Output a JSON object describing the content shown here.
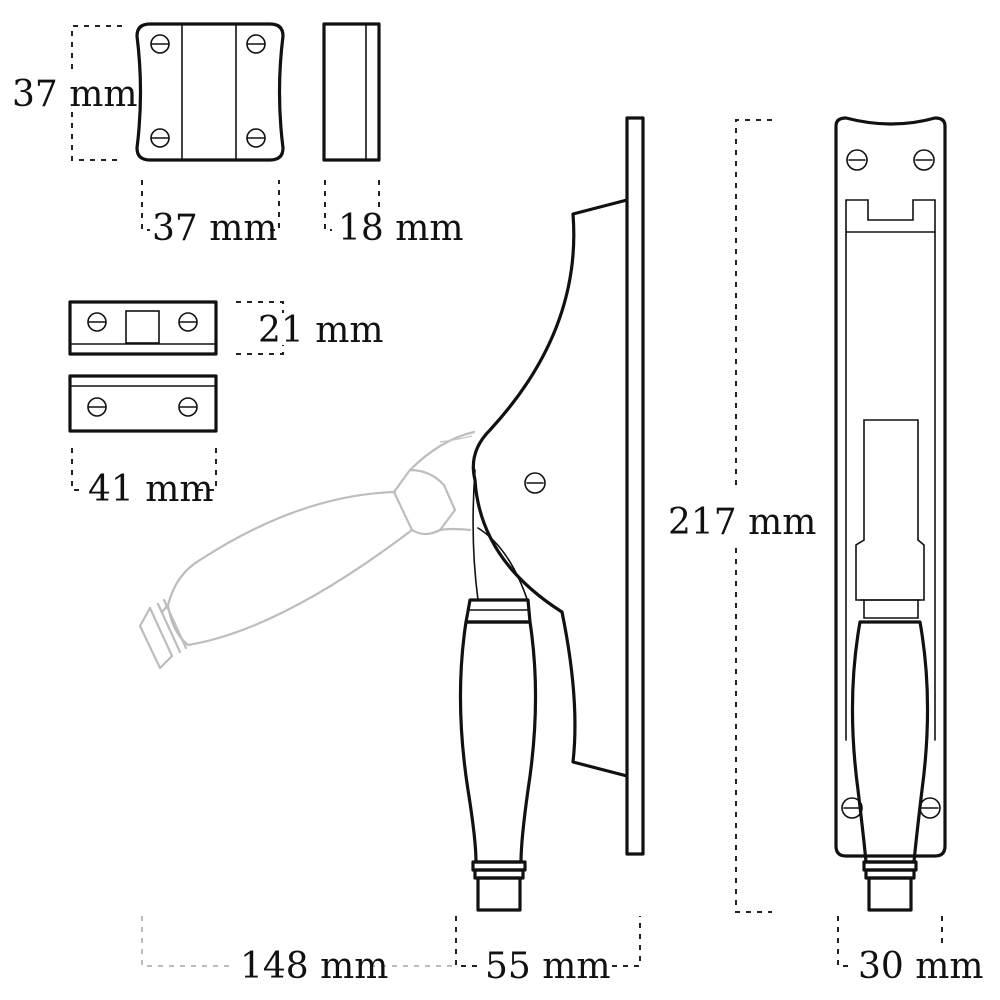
{
  "colors": {
    "ink": "#111111",
    "ghost": "#bdbdbd",
    "background": "#ffffff"
  },
  "dimensions": {
    "keep_height": "37 mm",
    "keep_width": "37 mm",
    "keep_depth": "18 mm",
    "plate_height": "21 mm",
    "plate_width": "41 mm",
    "projection_open": "148 mm",
    "projection": "55 mm",
    "length": "217 mm",
    "back_width": "30 mm"
  }
}
